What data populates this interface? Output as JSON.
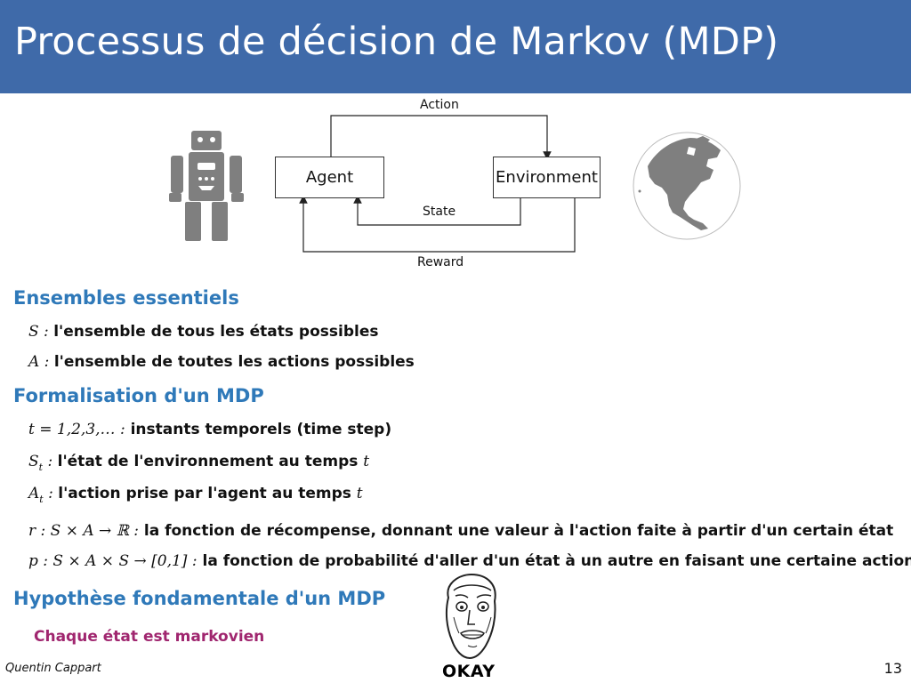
{
  "slide": {
    "title": "Processus de décision de Markov (MDP)",
    "page_number": "13",
    "author": "Quentin Cappart"
  },
  "diagram": {
    "agent_label": "Agent",
    "environment_label": "Environment",
    "action_label": "Action",
    "state_label": "State",
    "reward_label": "Reward"
  },
  "sections": {
    "ensembles": {
      "heading": "Ensembles essentiels",
      "items": [
        {
          "math": "S",
          "sep": " : ",
          "text": "l'ensemble de tous les états possibles"
        },
        {
          "math": "A",
          "sep": " : ",
          "text": "l'ensemble de toutes les actions possibles"
        }
      ]
    },
    "formalisation": {
      "heading": "Formalisation d'un MDP",
      "t_item": {
        "math": "t = 1,2,3,… :",
        "text": " instants temporels (time step)"
      },
      "s_item": {
        "math_var": "S",
        "math_sub": "t",
        "sep": " : ",
        "text": "l'état de l'environnement au temps ",
        "tail": "t"
      },
      "a_item": {
        "math_var": "A",
        "math_sub": "t",
        "sep": " : ",
        "text": "l'action prise par l'agent au temps ",
        "tail": "t"
      },
      "r_item": {
        "math": "r : S × A → ℝ :",
        "text": " la fonction de récompense, donnant une valeur à l'action faite à partir d'un certain état"
      },
      "p_item": {
        "math": "p : S × A × S → [0,1] :",
        "text": " la fonction de probabilité d'aller d'un état à un autre en faisant une certaine action"
      }
    },
    "hypothese": {
      "heading": "Hypothèse fondamentale d'un MDP",
      "statement": "Chaque état est markovien"
    }
  },
  "meme": {
    "caption": "OKAY"
  },
  "colors": {
    "title_bar": "#3f6aa9",
    "section_heading": "#2f79b9",
    "markov_text": "#a0266f",
    "icon_gray": "#7f7f7f"
  }
}
